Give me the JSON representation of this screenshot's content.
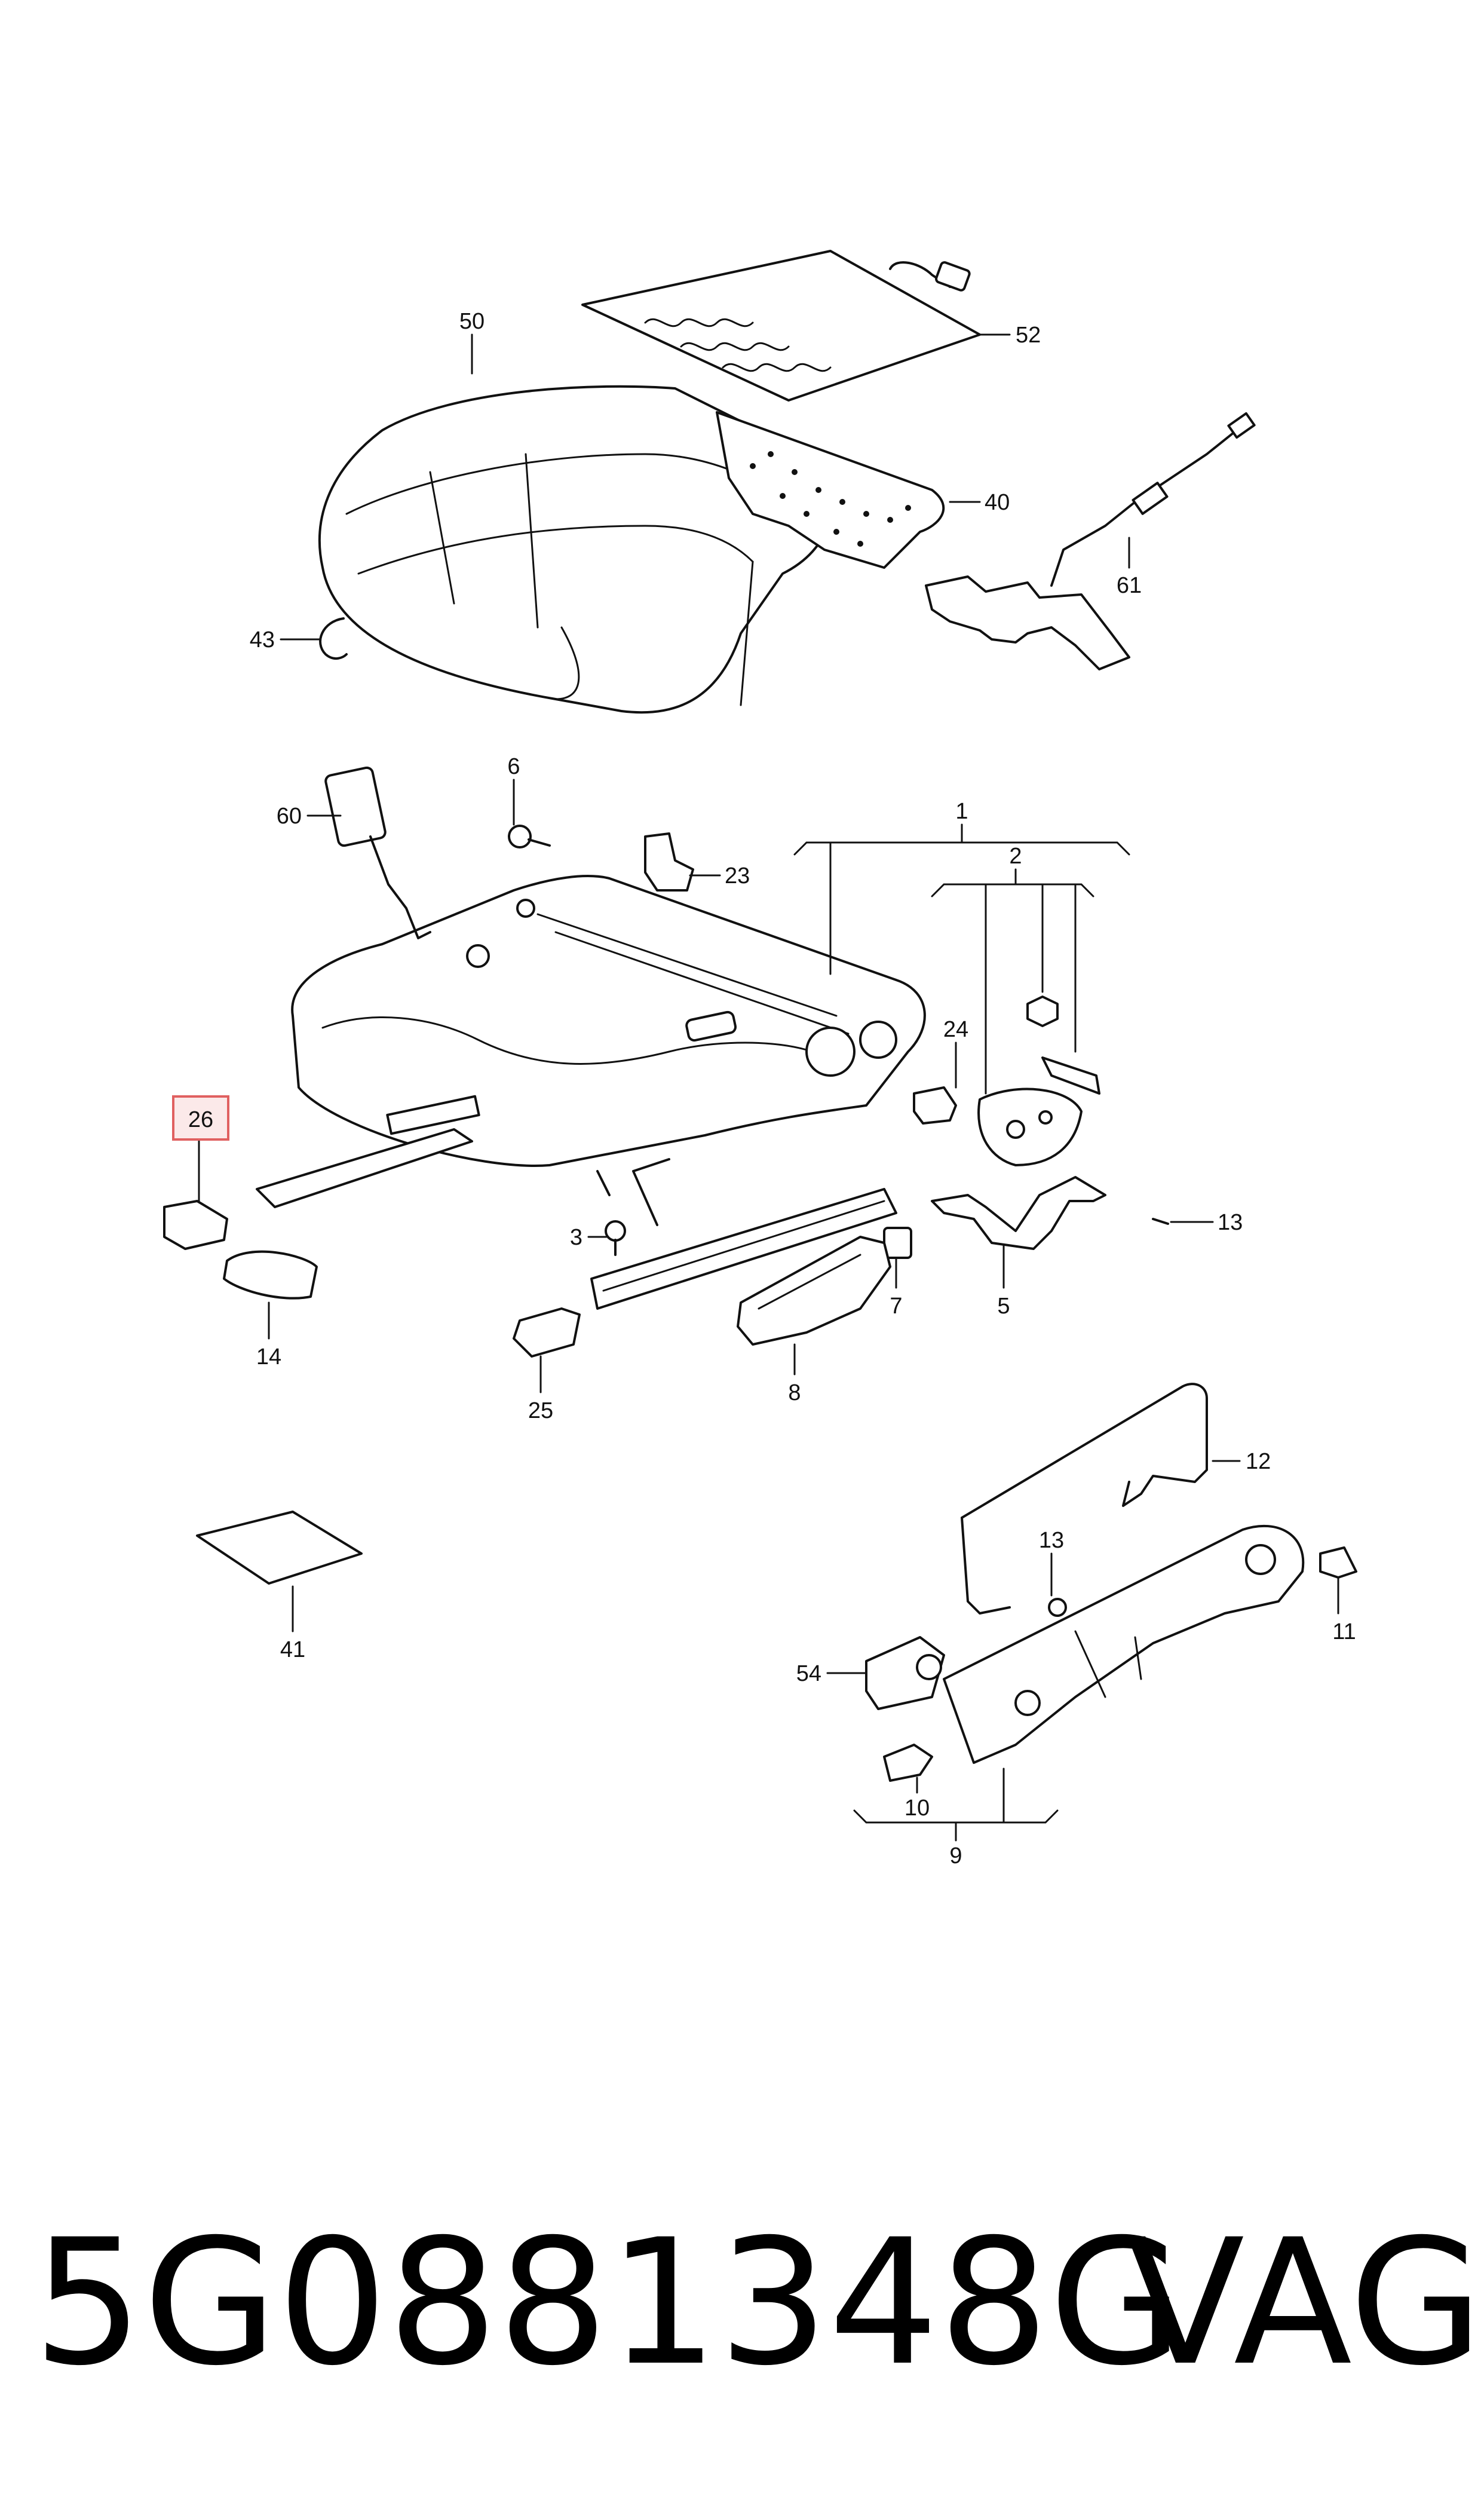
{
  "callouts": {
    "c50": "50",
    "c52": "52",
    "c40": "40",
    "c61": "61",
    "c43": "43",
    "c60": "60",
    "c6": "6",
    "c23": "23",
    "c1": "1",
    "c2": "2",
    "c24": "24",
    "c26": "26",
    "c13a": "13",
    "c3": "3",
    "c7": "7",
    "c5": "5",
    "c14": "14",
    "c25": "25",
    "c8": "8",
    "c12": "12",
    "c13b": "13",
    "c11": "11",
    "c41": "41",
    "c54": "54",
    "c10": "10",
    "c9": "9"
  },
  "highlighted_part": "26",
  "highlight_color": "#e06060",
  "part_number": "5G0881348G",
  "brand": "VAG"
}
